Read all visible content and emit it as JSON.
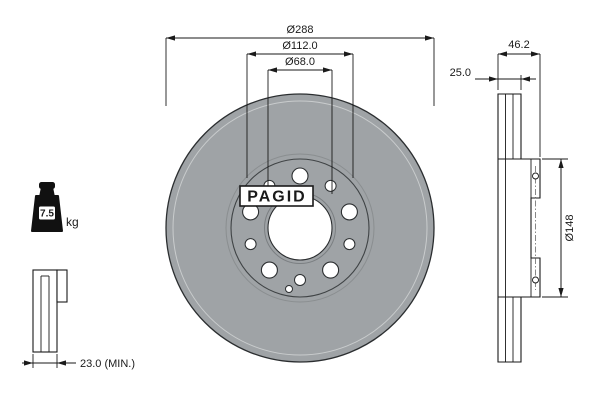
{
  "brand": {
    "name": "PAGID"
  },
  "labels": {
    "outer_diameter": "Ø288",
    "bolt_circle": "Ø112.0",
    "center_bore": "Ø68.0",
    "total_width": "46.2",
    "thickness": "25.0",
    "hat_diameter": "Ø148",
    "min_thickness": "23.0 (MIN.)"
  },
  "weight": {
    "value": "7.5",
    "unit": "kg"
  },
  "colors": {
    "background": "#ffffff",
    "line": "#1a1a1a",
    "disc_fill": "#9fa3a6",
    "hole_fill": "#ffffff"
  }
}
